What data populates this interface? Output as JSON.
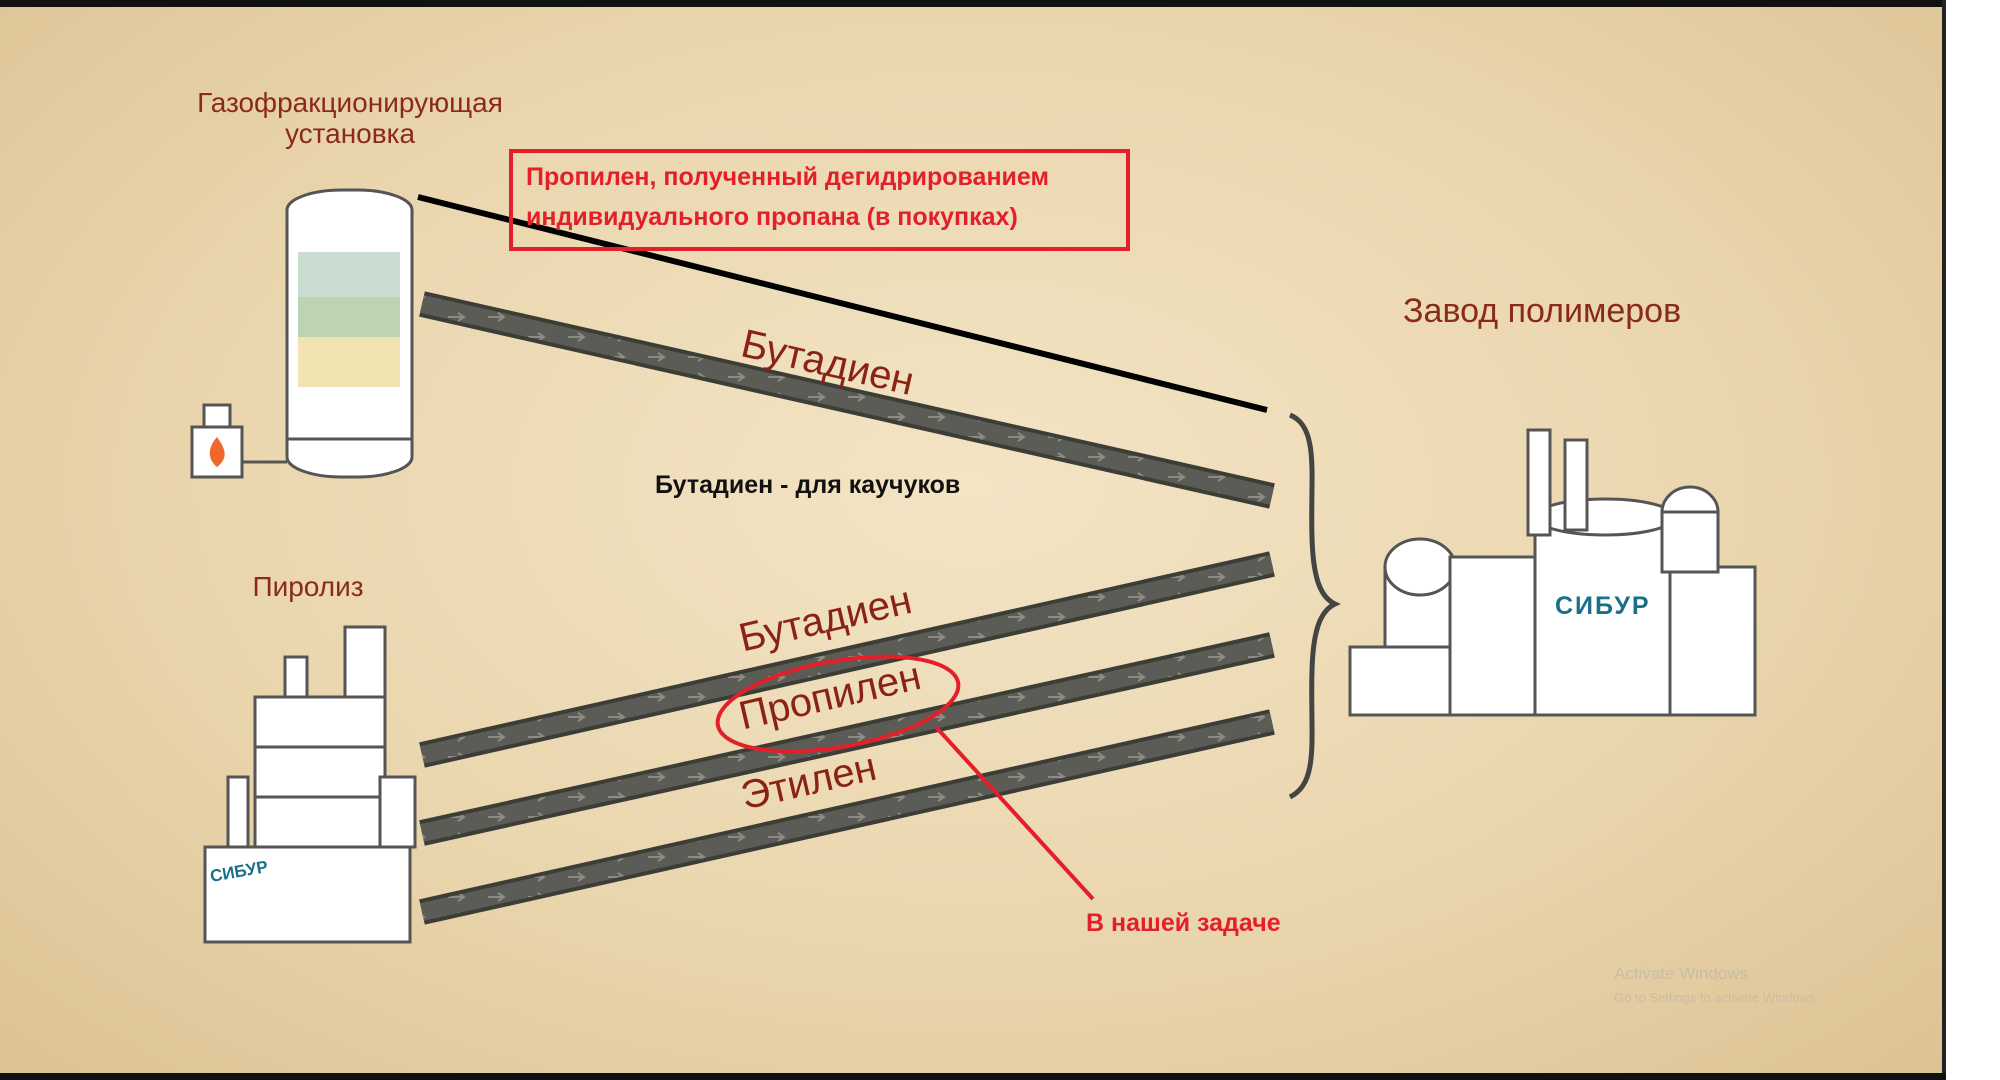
{
  "labels": {
    "gas_plant": "Газофракционирующая установка",
    "pyrolysis": "Пиролиз",
    "polymer_plant": "Завод полимеров",
    "pipe_top": "Бутадиен",
    "pipe_1": "Бутадиен",
    "pipe_2": "Пропилен",
    "pipe_3": "Этилен",
    "logo": "СИБУР"
  },
  "annotations": {
    "box_text_line1": "Пропилен, полученный дегидрированием",
    "box_text_line2": "индивидуального пропана (в покупках)",
    "butadiene_note": "Бутадиен - для каучуков",
    "our_task": "В нашей задаче"
  },
  "watermark": {
    "line1": "Activate Windows",
    "line2": "Go to Settings to activate Windows."
  },
  "colors": {
    "background": "#ecdcb8",
    "label_red": "#8a2a1a",
    "annotation_red": "#e3202a",
    "pipe": "#5e5e58"
  }
}
